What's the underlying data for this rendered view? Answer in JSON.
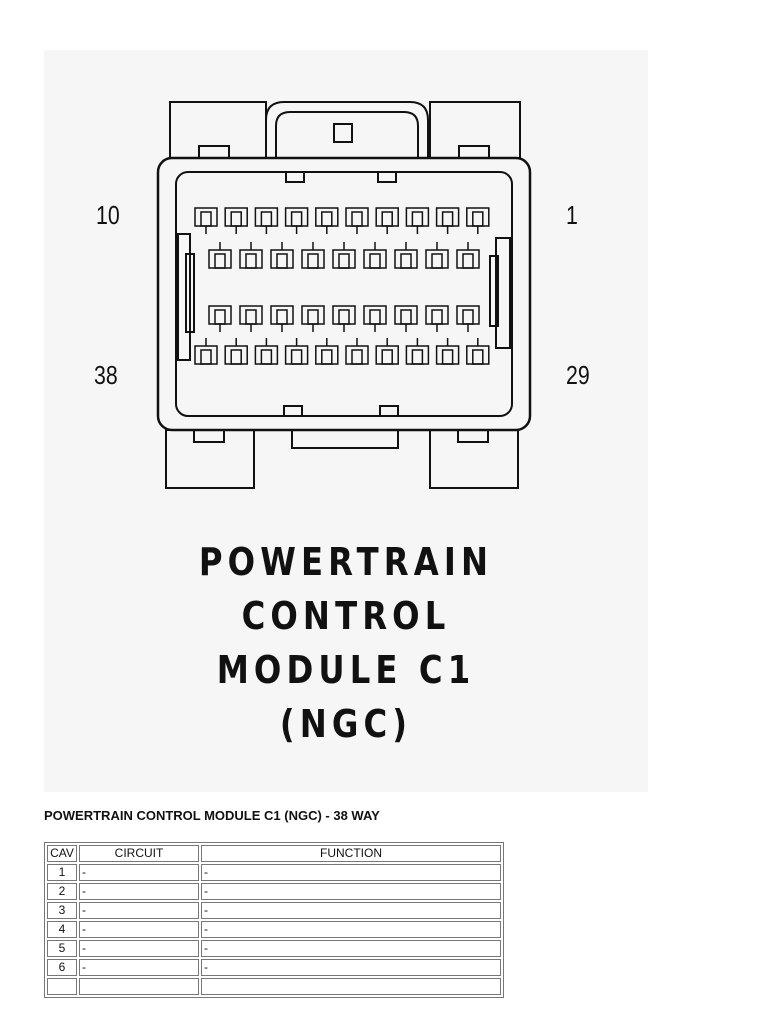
{
  "figure": {
    "pin_labels": {
      "top_left": "10",
      "top_right": "1",
      "bottom_left": "38",
      "bottom_right": "29"
    },
    "caption_lines": [
      "POWERTRAIN",
      "CONTROL",
      "MODULE C1",
      "(NGC)"
    ]
  },
  "heading": "POWERTRAIN CONTROL MODULE C1 (NGC) - 38 WAY",
  "table": {
    "headers": {
      "cav": "CAV",
      "circuit": "CIRCUIT",
      "function": "FUNCTION"
    },
    "rows": [
      {
        "cav": "1",
        "circuit": "-",
        "function": "-"
      },
      {
        "cav": "2",
        "circuit": "-",
        "function": "-"
      },
      {
        "cav": "3",
        "circuit": "-",
        "function": "-"
      },
      {
        "cav": "4",
        "circuit": "-",
        "function": "-"
      },
      {
        "cav": "5",
        "circuit": "-",
        "function": "-"
      },
      {
        "cav": "6",
        "circuit": "-",
        "function": "-"
      },
      {
        "cav": "",
        "circuit": "",
        "function": ""
      }
    ]
  }
}
